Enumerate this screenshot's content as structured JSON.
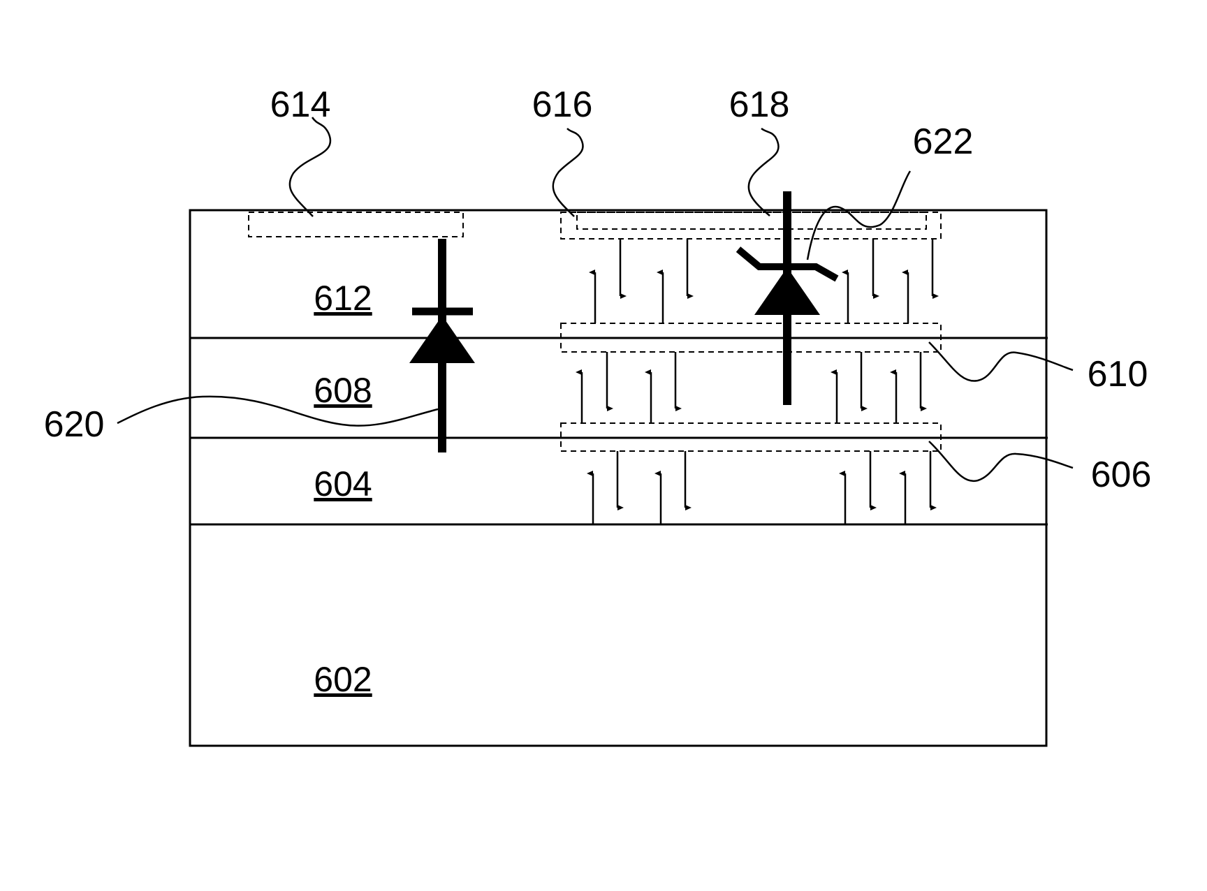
{
  "layers": {
    "l612": "612",
    "l608": "608",
    "l604": "604",
    "l602": "602"
  },
  "callouts": {
    "c614": "614",
    "c616": "616",
    "c618": "618",
    "c622": "622",
    "c610": "610",
    "c606": "606",
    "c620": "620"
  }
}
